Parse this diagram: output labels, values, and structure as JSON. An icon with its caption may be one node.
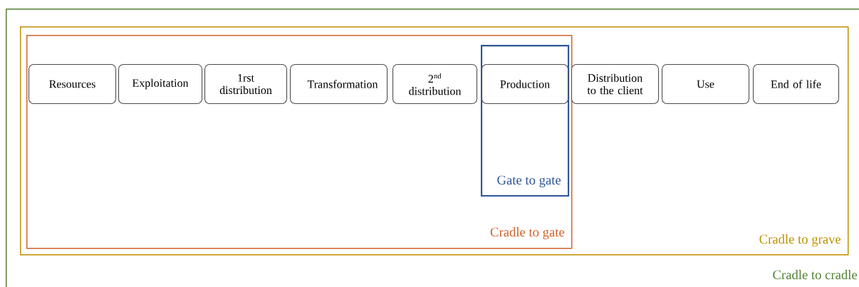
{
  "diagram": {
    "nodes": [
      {
        "text": [
          "Cradle to cradle"
        ]
      },
      {
        "text": [
          "Cradle to grave"
        ],
        "in": 0
      },
      {
        "text": [
          "Cradle to gate"
        ],
        "in": 1
      },
      {
        "text": [
          "Resources"
        ],
        "in": 2
      },
      {
        "text": [
          "Exploitation"
        ],
        "in": 2
      },
      {
        "text": [
          "1rst distribution"
        ],
        "in": 2
      },
      {
        "text": [
          "Transformation"
        ],
        "in": 2
      },
      {
        "text": [
          "2$^{nd}$ distribution"
        ],
        "in": 2
      },
      {
        "text": [
          "Gate to gate"
        ],
        "in": 2
      },
      {
        "text": [
          "Production"
        ],
        "in": 8
      },
      {
        "text": [
          "Distribution to the client"
        ],
        "in": 1
      },
      {
        "text": [
          "Use"
        ],
        "in": 1
      },
      {
        "text": [
          "End of life"
        ],
        "in": 1
      }
    ]
  }
}
